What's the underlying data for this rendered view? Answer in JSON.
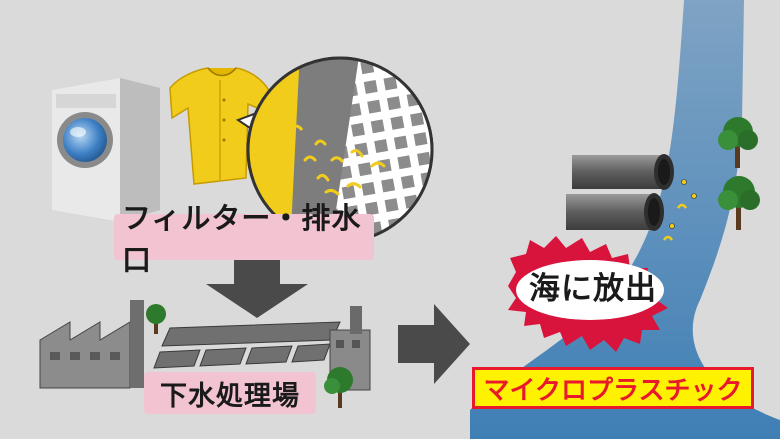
{
  "labels": {
    "filter": "フィルター・排水口",
    "plant": "下水処理場",
    "release": "海に放出",
    "microplastic": "マイクロプラスチック"
  },
  "colors": {
    "background": "#dadada",
    "label_pink": "#f2c4d2",
    "shirt_yellow": "#f2cc1a",
    "sea_blue": "#4a86b8",
    "burst_red": "#d9143c",
    "micro_yellow": "#fff200",
    "micro_red": "#e8192c",
    "arrow_gray": "#4a4a4a"
  },
  "icons": [
    "washing-machine-icon",
    "shirt-icon",
    "filter-mesh-icon",
    "factory-icon",
    "pipe-icon",
    "tree-icon",
    "arrow-down-icon",
    "arrow-right-icon"
  ]
}
